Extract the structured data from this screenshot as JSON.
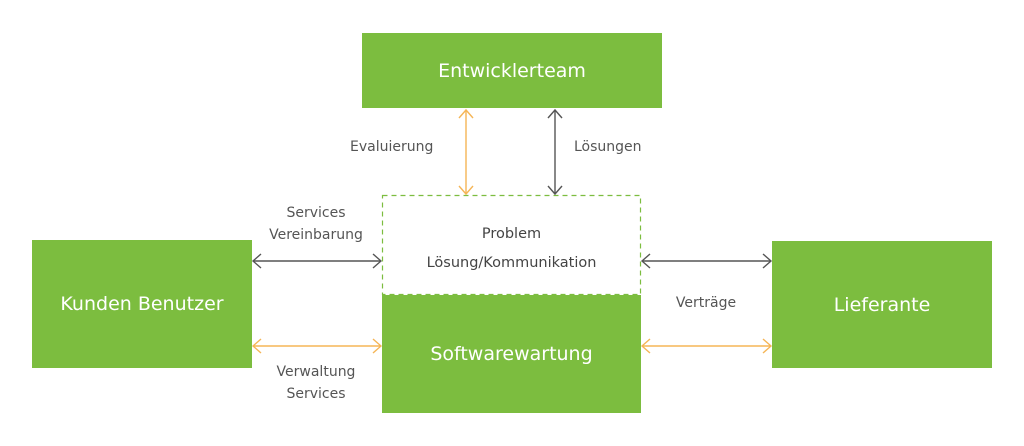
{
  "colors": {
    "box": "#7cbd3f",
    "box_text": "#ffffff",
    "label_text": "#555555",
    "arrow_gray": "#555555",
    "arrow_orange": "#f5b556",
    "dashed_border": "#7cbd3f"
  },
  "nodes": {
    "entwicklerteam": "Entwicklerteam",
    "kunden": "Kunden Benutzer",
    "softwarewartung": "Softwarewartung",
    "lieferante": "Lieferante",
    "problem_line1": "Problem",
    "problem_line2": "Lösung/Kommunikation"
  },
  "edges": {
    "evaluierung": "Evaluierung",
    "loesungen": "Lösungen",
    "services_vereinbarung_line1": "Services",
    "services_vereinbarung_line2": "Vereinbarung",
    "verwaltung_services_line1": "Verwaltung",
    "verwaltung_services_line2": "Services",
    "vertraege": "Verträge"
  }
}
